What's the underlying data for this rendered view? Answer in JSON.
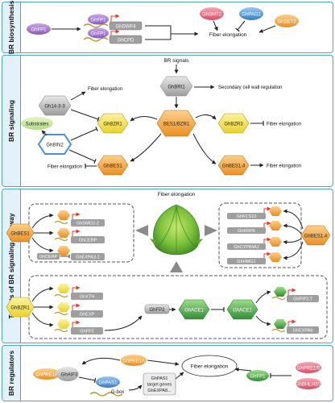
{
  "sections": {
    "biosynthesis": "BR biosynthesis",
    "signaling": "BR signaling",
    "targets": "Targets of BR signaling pathway",
    "regulators": "BR regulators"
  },
  "biosynthesis": {
    "ghfp1": "GhFP1",
    "fp1a": "GhFP1",
    "fp1b": "GhFP1",
    "dwf4": "GhDWF4",
    "cpd": "GhCPD",
    "smt2": "GhSMT2",
    "pag1": "GhPAG1",
    "det2": "GhDET2",
    "fiber": "Fiber elongation"
  },
  "signaling": {
    "br_signals": "BR signals",
    "bri1": "GhBRI1",
    "secondary_wall": "Secondary cell wall regulation",
    "gh1433": "Gh14-3-3",
    "fiber_top": "Fiber elongation",
    "bzr1": "GhBZR1",
    "bzr3": "GhBZR3",
    "fiber_bzr3": "Fiber elongation",
    "substrates": "Substrates",
    "bin2": "GhBIN2",
    "bes1bzr1": "BES1/BZR1",
    "bes1": "GhBES1",
    "fiber_bes1": "Fiber elongation",
    "bes14": "GhBES1.4",
    "fiber_bes14": "Fiber elongation"
  },
  "targets": {
    "fiber": "Fiber elongation",
    "bes1": "GhBES1",
    "smo22": "GhSMO2-2",
    "cerp_a": "GhCERP",
    "cerp_b": "GhCERP",
    "expa31": "GhEXPA3-1",
    "kcs10": "GhKCS10",
    "krp6": "GhKRP6",
    "cyp84a1": "GhCYP84A1",
    "hmg1": "GhHMG1",
    "bes14": "GhBES1.4",
    "bzr1": "GhBZR1",
    "xth": "GhXTH",
    "exp": "GhEXP",
    "fp2a": "GhFP2",
    "fp2b": "GhFP2",
    "ace1a": "GhACE1",
    "ace1b": "GhACE1",
    "pip27": "GhPIP2;7",
    "expa8": "GhEXPA8"
  },
  "regulators": {
    "pre1a_top": "GhPRE1A",
    "pre1a": "GhPRE1A",
    "haif3": "GhAIF3",
    "pas1": "GhPAS1",
    "gbox": "G-box",
    "target_line1": "GhPAS1",
    "target_line2": "target genes",
    "target_line3": "GhEXPA8...",
    "fiber": "Fiber elongation",
    "fp1": "GhFP1",
    "pre15": "GhPRE1/5",
    "bhlh23": "GhBHLH2/3"
  },
  "colors": {
    "band_border": "#4aa3d8",
    "band_label_bg": "#e3f1fb",
    "purple": "#9b6fc6",
    "pink": "#e2687e",
    "blue": "#4e8fd0",
    "orange": "#f0a441",
    "yellow": "#f2e24c",
    "green": "#3fa03f",
    "gray": "#a9a9a9",
    "promoter_arrow": "#e23b2e"
  }
}
